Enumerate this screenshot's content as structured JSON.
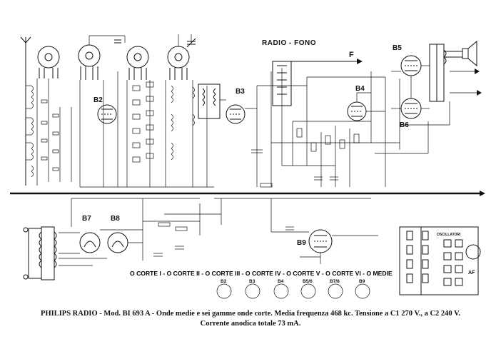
{
  "labels": {
    "radio_fono": "RADIO - FONO",
    "f": "F",
    "tubes": {
      "b2": "B2",
      "b3": "B3",
      "b4": "B4",
      "b5": "B5",
      "b6": "B6",
      "b7": "B7",
      "b8": "B8",
      "b9": "B9"
    },
    "legend_bar": [
      "O CORTE I",
      " - ",
      "O CORTE II",
      " - ",
      "O CORTE III",
      " - ",
      "O CORTE IV",
      " - ",
      "O CORTE V",
      " - ",
      "O CORTE VI",
      " - ",
      "O MEDIE"
    ],
    "socket_labels": [
      "B2",
      "B3",
      "B4",
      "B5/6",
      "B7/8",
      "B9"
    ],
    "panel": {
      "oscillatori": "OSCILLATORI",
      "af": "AF"
    }
  },
  "caption": {
    "line1": "PHILIPS RADIO - Mod. BI 693 A - Onde medie e sei gamme onde corte. Media frequenza 468 kc. Tensione a C1 270 V., a C2 240 V.",
    "line2": "Corrente anodica totale 73 mA."
  }
}
